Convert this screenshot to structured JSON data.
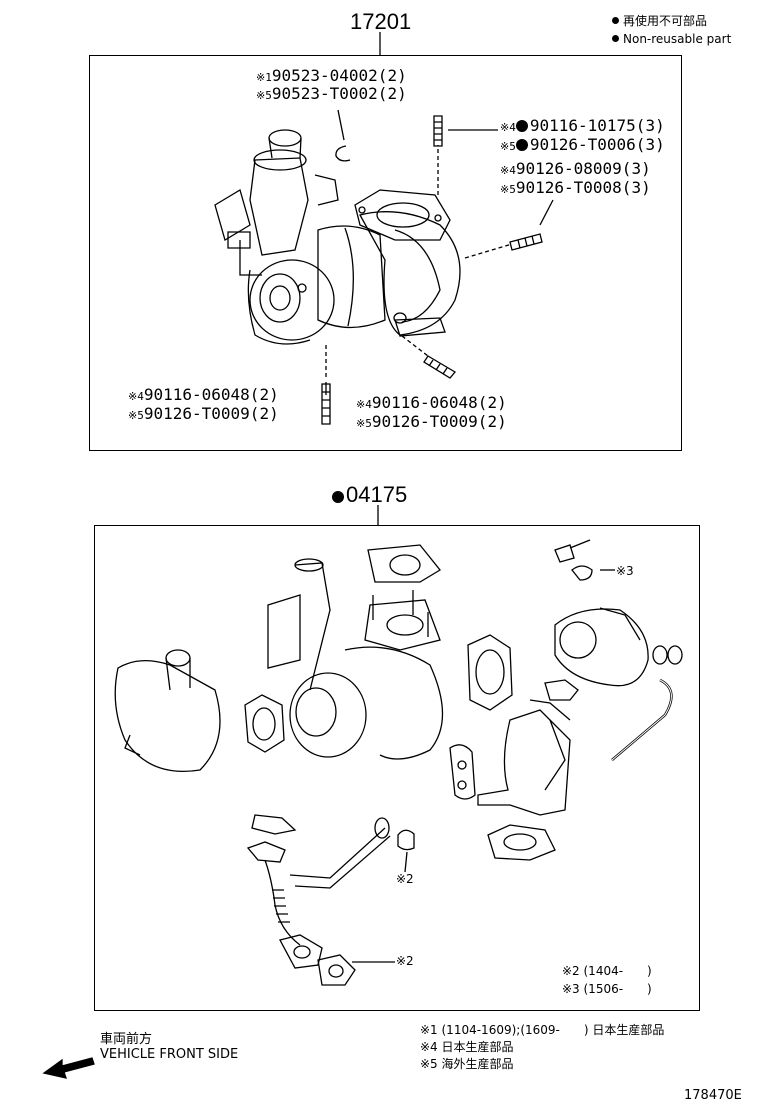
{
  "legend": {
    "line1": "再使用不可部品",
    "line2": "Non-reusable part"
  },
  "top_assembly": {
    "part_no": "17201",
    "callouts": {
      "c1_a": "90523-04002(2)",
      "c1_a_mark": "※1",
      "c1_b": "90523-T0002(2)",
      "c1_b_mark": "※5",
      "c2_a": "90116-10175(3)",
      "c2_a_mark": "※4",
      "c2_b": "90126-T0006(3)",
      "c2_b_mark": "※5",
      "c3_a": "90126-08009(3)",
      "c3_a_mark": "※4",
      "c3_b": "90126-T0008(3)",
      "c3_b_mark": "※5",
      "c4_a": "90116-06048(2)",
      "c4_a_mark": "※4",
      "c4_b": "90126-T0009(2)",
      "c4_b_mark": "※5",
      "c5_a": "90116-06048(2)",
      "c5_a_mark": "※4",
      "c5_b": "90126-T0009(2)",
      "c5_b_mark": "※5"
    }
  },
  "bottom_assembly": {
    "part_no": "04175",
    "labels": {
      "l3": "※3",
      "l2a": "※2",
      "l2b": "※2",
      "range2": "※2 (1404-　　)",
      "range3": "※3 (1506-　　)"
    }
  },
  "footer": {
    "front_jp": "車両前方",
    "front_en": "VEHICLE FRONT SIDE",
    "note1": "※1 (1104-1609);(1609-　　) 日本生産部品",
    "note4": "※4 日本生産部品",
    "note5": "※5 海外生産部品",
    "diagram_no": "178470E"
  }
}
